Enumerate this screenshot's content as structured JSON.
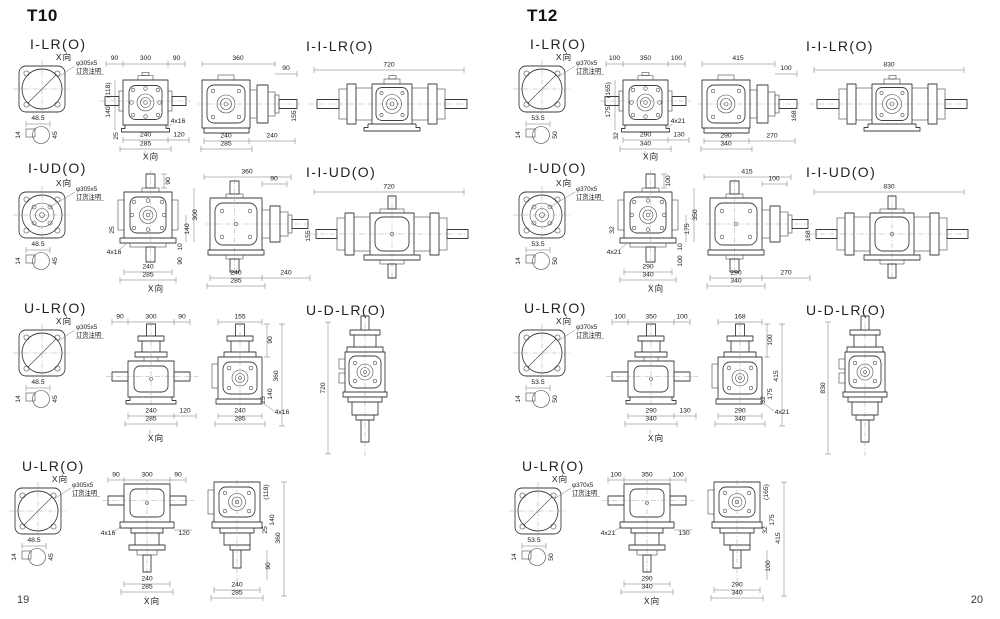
{
  "pages": [
    {
      "model": "T10",
      "page_number": "19",
      "x_label": "X向",
      "note_dia": "φ305x5",
      "note_order": "订货注明",
      "key": {
        "w": "48.5",
        "t": "14",
        "d": "45"
      },
      "r1": {
        "label": "I-LR(O)",
        "f_top1": "90",
        "f_top2": "300",
        "f_top3": "90",
        "f_left_top": "(118)",
        "f_left": "140",
        "f_base": "25",
        "f_holes": "4x16",
        "f_bot1": "240",
        "f_bot2": "285",
        "f_botr": "120",
        "s_top": "360",
        "s_top2": "90",
        "s_right": "155",
        "s_bot1": "240",
        "s_bot2": "285",
        "s_botr": "240",
        "a_label": "I-I-LR(O)",
        "a_dim": "720"
      },
      "r2": {
        "label": "I-UD(O)",
        "f_top": "90",
        "f_right": "300",
        "f_right2": "140",
        "f_left": "25",
        "f_holes": "4x16",
        "f_low1": "10",
        "f_low2": "90",
        "f_bot1": "240",
        "f_bot2": "285",
        "s_top": "360",
        "s_r1": "90",
        "s_r2": "155",
        "s_bot1": "240",
        "s_bot2": "285",
        "s_botr": "240",
        "a_label": "I-I-UD(O)",
        "a_dim": "720"
      },
      "r3": {
        "label": "U-LR(O)",
        "f_top1": "90",
        "f_top2": "300",
        "f_top3": "90",
        "f_bot1": "240",
        "f_bot2": "285",
        "f_botr": "120",
        "s_top": "155",
        "s_r1": "90",
        "s_r2": "360",
        "s_r3": "140",
        "s_r4": "25",
        "s_holes": "4x16",
        "s_bot1": "240",
        "s_bot2": "285",
        "a_label": "U-D-LR(O)",
        "a_dim": "720"
      },
      "r4": {
        "label": "U-LR(O)",
        "f_top1": "90",
        "f_top2": "300",
        "f_top3": "90",
        "f_holes": "4x16",
        "f_midr": "120",
        "f_bot1": "240",
        "f_bot2": "285",
        "s_r0": "(118)",
        "s_r1": "140",
        "s_r2": "25",
        "s_r3": "360",
        "s_r4": "90",
        "s_bot1": "240",
        "s_bot2": "285"
      }
    },
    {
      "model": "T12",
      "page_number": "20",
      "x_label": "X向",
      "note_dia": "φ370x5",
      "note_order": "订货注明",
      "key": {
        "w": "53.5",
        "t": "14",
        "d": "50"
      },
      "r1": {
        "label": "I-LR(O)",
        "f_top1": "100",
        "f_top2": "350",
        "f_top3": "100",
        "f_left_top": "(165)",
        "f_left": "175",
        "f_base": "32",
        "f_holes": "4x21",
        "f_bot1": "290",
        "f_bot2": "340",
        "f_botr": "130",
        "s_top": "415",
        "s_top2": "100",
        "s_right": "168",
        "s_bot1": "290",
        "s_bot2": "340",
        "s_botr": "270",
        "a_label": "I-I-LR(O)",
        "a_dim": "830"
      },
      "r2": {
        "label": "I-UD(O)",
        "f_top": "100",
        "f_right": "350",
        "f_right2": "175",
        "f_left": "32",
        "f_holes": "4x21",
        "f_low1": "10",
        "f_low2": "100",
        "f_bot1": "290",
        "f_bot2": "340",
        "s_top": "415",
        "s_r1": "100",
        "s_r2": "168",
        "s_bot1": "290",
        "s_bot2": "340",
        "s_botr": "270",
        "a_label": "I-I-UD(O)",
        "a_dim": "830"
      },
      "r3": {
        "label": "U-LR(O)",
        "f_top1": "100",
        "f_top2": "350",
        "f_top3": "100",
        "f_bot1": "290",
        "f_bot2": "340",
        "f_botr": "130",
        "s_top": "168",
        "s_r1": "100",
        "s_r2": "415",
        "s_r3": "175",
        "s_r4": "32",
        "s_holes": "4x21",
        "s_bot1": "290",
        "s_bot2": "340",
        "a_label": "U-D-LR(O)",
        "a_dim": "830"
      },
      "r4": {
        "label": "U-LR(O)",
        "f_top1": "100",
        "f_top2": "350",
        "f_top3": "100",
        "f_holes": "4x21",
        "f_midr": "130",
        "f_bot1": "290",
        "f_bot2": "340",
        "s_r0": "(165)",
        "s_r1": "175",
        "s_r2": "32",
        "s_r3": "415",
        "s_r4": "100",
        "s_bot1": "290",
        "s_bot2": "340"
      }
    }
  ]
}
